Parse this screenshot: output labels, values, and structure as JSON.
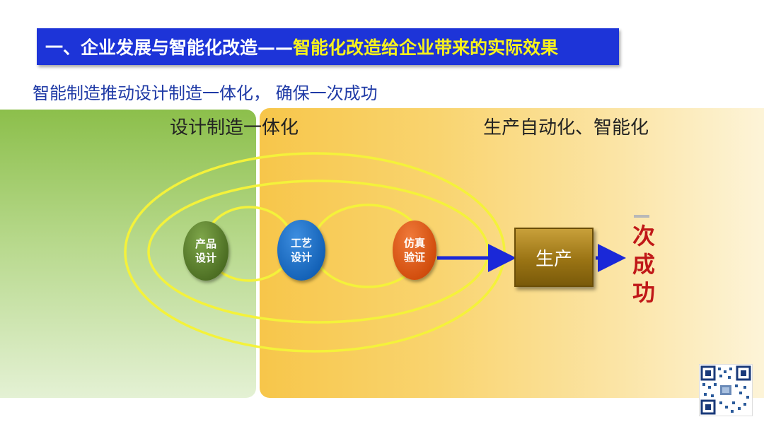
{
  "title": {
    "prefix": "一、企业发展与智能化改造——",
    "highlight": "智能化改造给企业带来的实际效果"
  },
  "subtitle": "智能制造推动设计制造一体化，  确保一次成功",
  "left_panel_label": "设计制造一体化",
  "right_panel_label": "生产自动化、智能化",
  "nodes": {
    "design": [
      "产品",
      "设计"
    ],
    "process": [
      "工艺",
      "设计"
    ],
    "simulation": [
      "仿真",
      "验证"
    ]
  },
  "production": "生产",
  "success": [
    "一",
    "次",
    "成",
    "功"
  ],
  "colors": {
    "title_bg": "#1d34d8",
    "title_highlight": "#f7f21c",
    "loop": "#f4f23a",
    "arrow": "#1a28d8",
    "success_text": "#c01818"
  }
}
